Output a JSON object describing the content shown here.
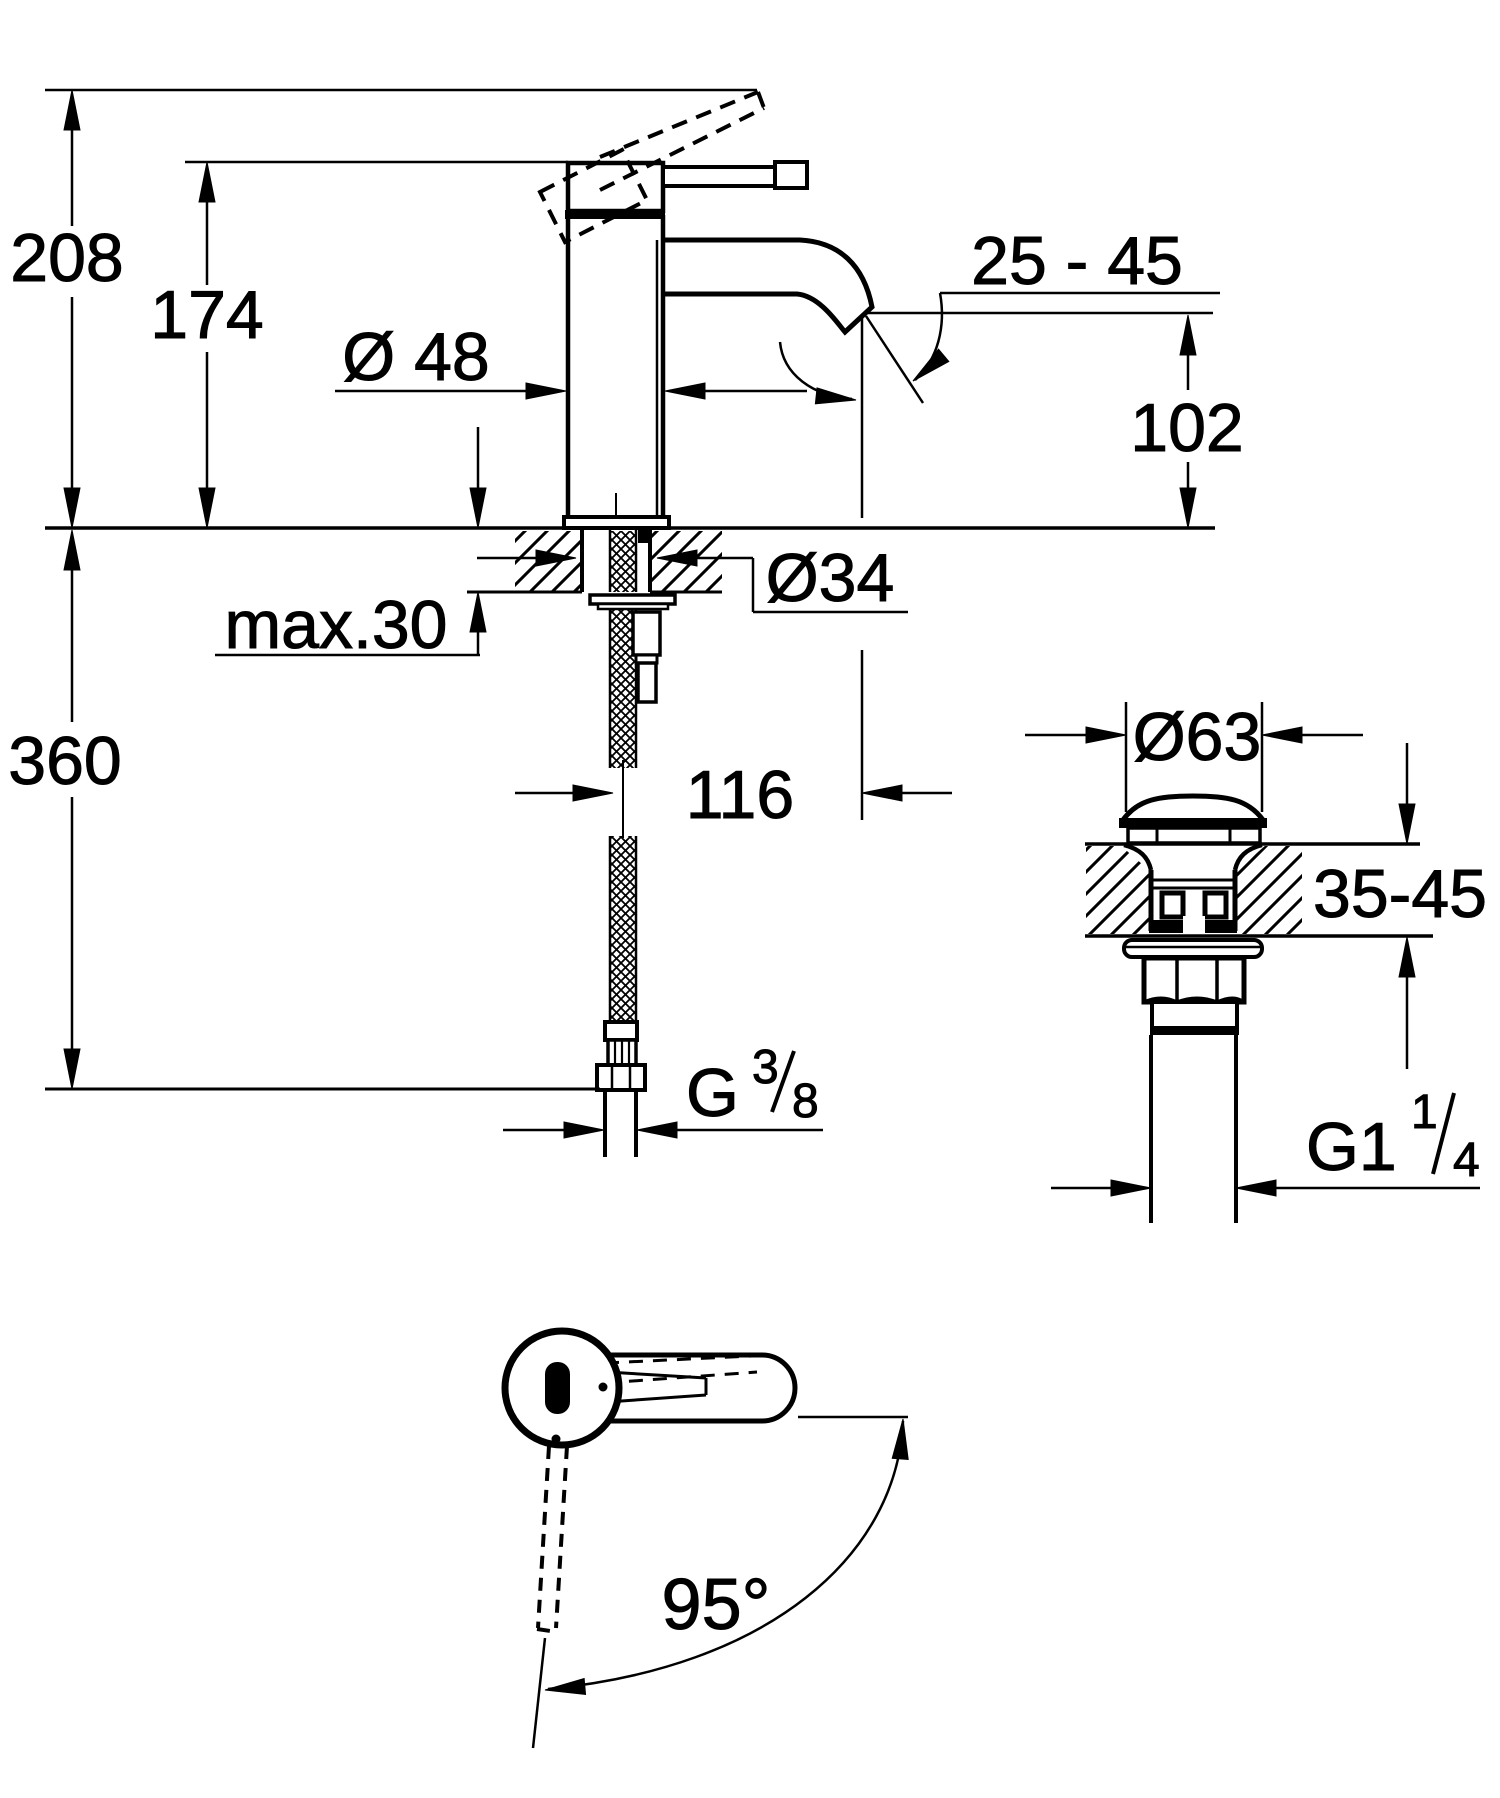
{
  "drawing": {
    "type": "technical-dimension-drawing",
    "colors": {
      "line": "#000000",
      "background": "#ffffff"
    },
    "front": {
      "height_total": "208",
      "spout_ref_height": "174",
      "body_diameter": "Ø 48",
      "aerator_angle_range": "25 - 45",
      "spout_height": "102",
      "hole_diameter": "Ø34",
      "deck_thickness_max": "max.30",
      "hose_length": "360",
      "spout_projection": "116",
      "hose_thread": {
        "g": "G",
        "numerator": "3",
        "denominator": "8"
      }
    },
    "waste": {
      "cap_diameter": "Ø63",
      "deck_thickness_range": "35-45",
      "thread": {
        "g": "G1",
        "numerator": "1",
        "denominator": "4"
      }
    },
    "top_view": {
      "handle_swivel_angle": "95°"
    }
  }
}
